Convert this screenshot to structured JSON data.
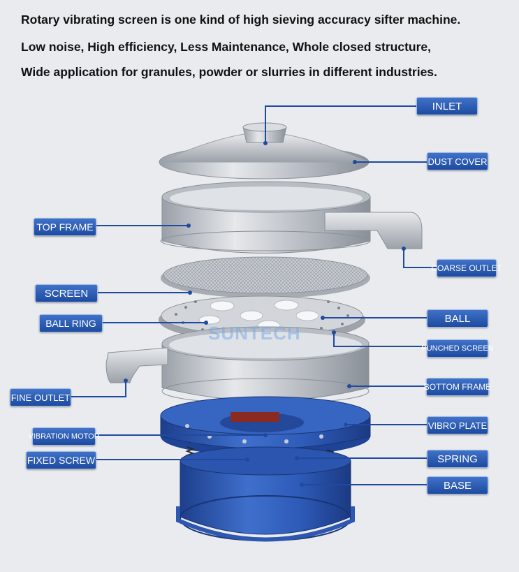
{
  "headlines": [
    "Rotary vibrating screen is one kind of high sieving accuracy sifter machine.",
    "Low noise, High efficiency, Less Maintenance, Whole closed structure,",
    "Wide application for granules, powder or slurries in different industries."
  ],
  "watermark": "SUNTECH",
  "labels": {
    "inlet": "INLET",
    "dust_cover": "DUST COVER",
    "top_frame": "TOP FRAME",
    "coarse_outlet": "COARSE OUTLET",
    "screen": "SCREEN",
    "ball_ring": "BALL RING",
    "ball": "BALL",
    "punched_screen": "PUNCHED SCREEN",
    "fine_outlet": "FINE OUTLET",
    "bottom_frame": "BOTTOM FRAME",
    "vibration_motor": "VIBRATION MOTOR",
    "vibro_plate": "VIBRO PLATE",
    "fixed_screw": "FIXED SCREW",
    "spring": "SPRING",
    "base": "BASE"
  },
  "colors": {
    "label_bg": "#2c5cb8",
    "leader_line": "#1f4aa0",
    "steel": "#c8ccd2",
    "base_blue": "#2e58b5"
  }
}
